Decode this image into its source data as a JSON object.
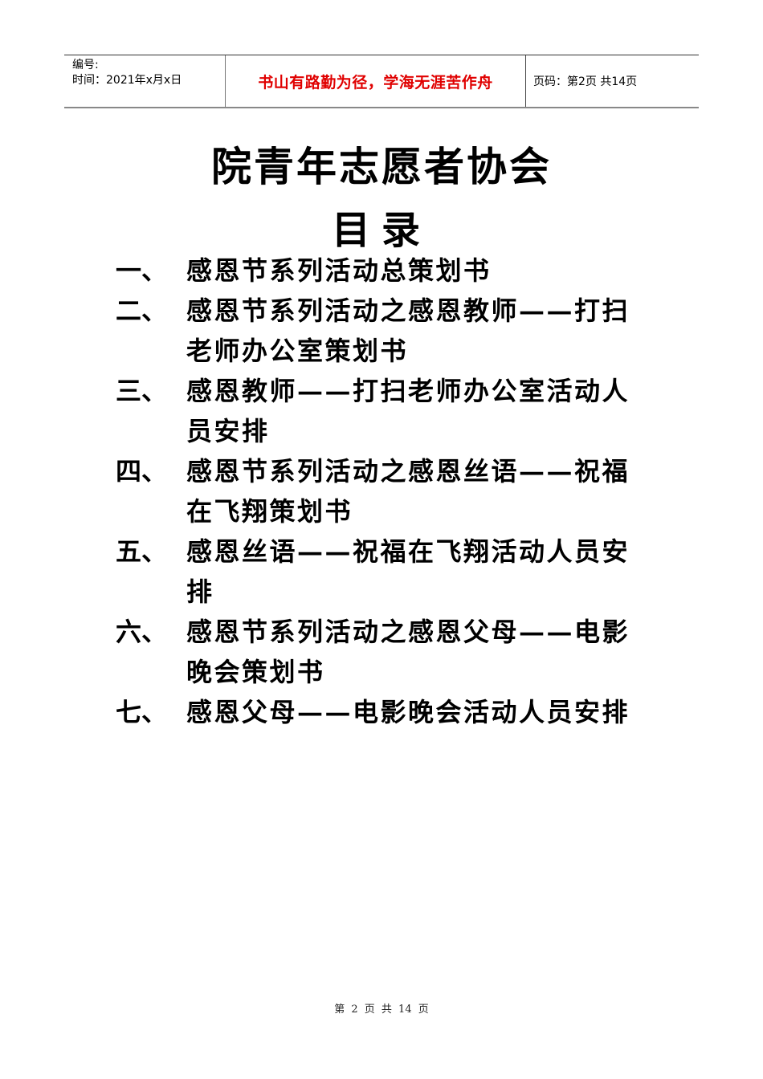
{
  "header": {
    "number_label": "编号:",
    "date_label": "时间：2021年x月x日",
    "motto": "书山有路勤为径，学海无涯苦作舟",
    "page_info": "页码：第2页  共14页",
    "motto_color": "#e00000"
  },
  "document": {
    "title": "院青年志愿者协会",
    "subtitle": "目录"
  },
  "toc": {
    "items": [
      {
        "num": "一、",
        "text": "感恩节系列活动总策划书"
      },
      {
        "num": "二、",
        "text": "感恩节系列活动之感恩教师——打扫老师办公室策划书"
      },
      {
        "num": "三、",
        "text": "感恩教师——打扫老师办公室活动人员安排"
      },
      {
        "num": "四、",
        "text": "感恩节系列活动之感恩丝语——祝福在飞翔策划书"
      },
      {
        "num": "五、",
        "text": "感恩丝语——祝福在飞翔活动人员安排"
      },
      {
        "num": "六、",
        "text": "感恩节系列活动之感恩父母——电影晚会策划书"
      },
      {
        "num": "七、",
        "text": "感恩父母——电影晚会活动人员安排"
      }
    ]
  },
  "footer": {
    "page_text": "第 2 页 共 14 页"
  }
}
